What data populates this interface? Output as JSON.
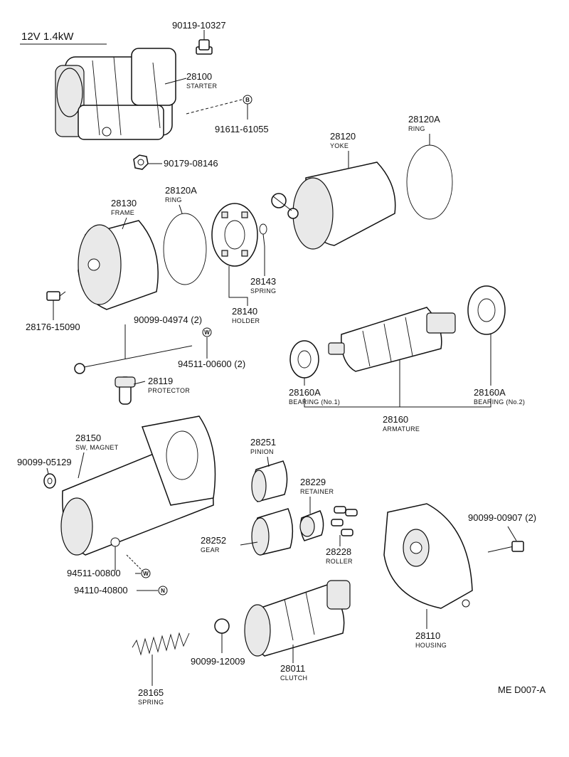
{
  "diagram": {
    "title": "12V 1.4kW",
    "code": "ME D007-A",
    "callouts": [
      {
        "id": "c-90119-10327",
        "number": "90119-10327"
      },
      {
        "id": "c-28100",
        "number": "28100",
        "name": "STARTER"
      },
      {
        "id": "c-91611-61055",
        "number": "91611-61055"
      },
      {
        "id": "c-90179-08146",
        "number": "90179-08146"
      },
      {
        "id": "c-28120a-top",
        "number": "28120A",
        "name": "RING"
      },
      {
        "id": "c-28120",
        "number": "28120",
        "name": "YOKE"
      },
      {
        "id": "c-28130",
        "number": "28130",
        "name": "FRAME"
      },
      {
        "id": "c-28120a-mid",
        "number": "28120A",
        "name": "RING"
      },
      {
        "id": "c-28143",
        "number": "28143",
        "name": "SPRING"
      },
      {
        "id": "c-28140",
        "number": "28140",
        "name": "HOLDER"
      },
      {
        "id": "c-28176-15090",
        "number": "28176-15090"
      },
      {
        "id": "c-90099-04974",
        "number": "90099-04974 (2)"
      },
      {
        "id": "c-94511-00600",
        "number": "94511-00600 (2)"
      },
      {
        "id": "c-28119",
        "number": "28119",
        "name": "PROTECTOR"
      },
      {
        "id": "c-28160a-1",
        "number": "28160A",
        "name": "BEARING (No.1)"
      },
      {
        "id": "c-28160",
        "number": "28160",
        "name": "ARMATURE"
      },
      {
        "id": "c-28160a-2",
        "number": "28160A",
        "name": "BEARING (No.2)"
      },
      {
        "id": "c-28150",
        "number": "28150",
        "name": "SW, MAGNET"
      },
      {
        "id": "c-90099-05129",
        "number": "90099-05129"
      },
      {
        "id": "c-28251",
        "number": "28251",
        "name": "PINION"
      },
      {
        "id": "c-28229",
        "number": "28229",
        "name": "RETAINER"
      },
      {
        "id": "c-28252",
        "number": "28252",
        "name": "GEAR"
      },
      {
        "id": "c-28228",
        "number": "28228",
        "name": "ROLLER"
      },
      {
        "id": "c-90099-00907",
        "number": "90099-00907 (2)"
      },
      {
        "id": "c-94511-00800",
        "number": "94511-00800"
      },
      {
        "id": "c-94110-40800",
        "number": "94110-40800"
      },
      {
        "id": "c-28110",
        "number": "28110",
        "name": "HOUSING"
      },
      {
        "id": "c-90099-12009",
        "number": "90099-12009"
      },
      {
        "id": "c-28011",
        "number": "28011",
        "name": "CLUTCH"
      },
      {
        "id": "c-28165",
        "number": "28165",
        "name": "SPRING"
      }
    ],
    "symbols": [
      {
        "id": "sym-b",
        "letter": "B"
      },
      {
        "id": "sym-w1",
        "letter": "W"
      },
      {
        "id": "sym-w2",
        "letter": "W"
      },
      {
        "id": "sym-n",
        "letter": "N"
      }
    ]
  }
}
